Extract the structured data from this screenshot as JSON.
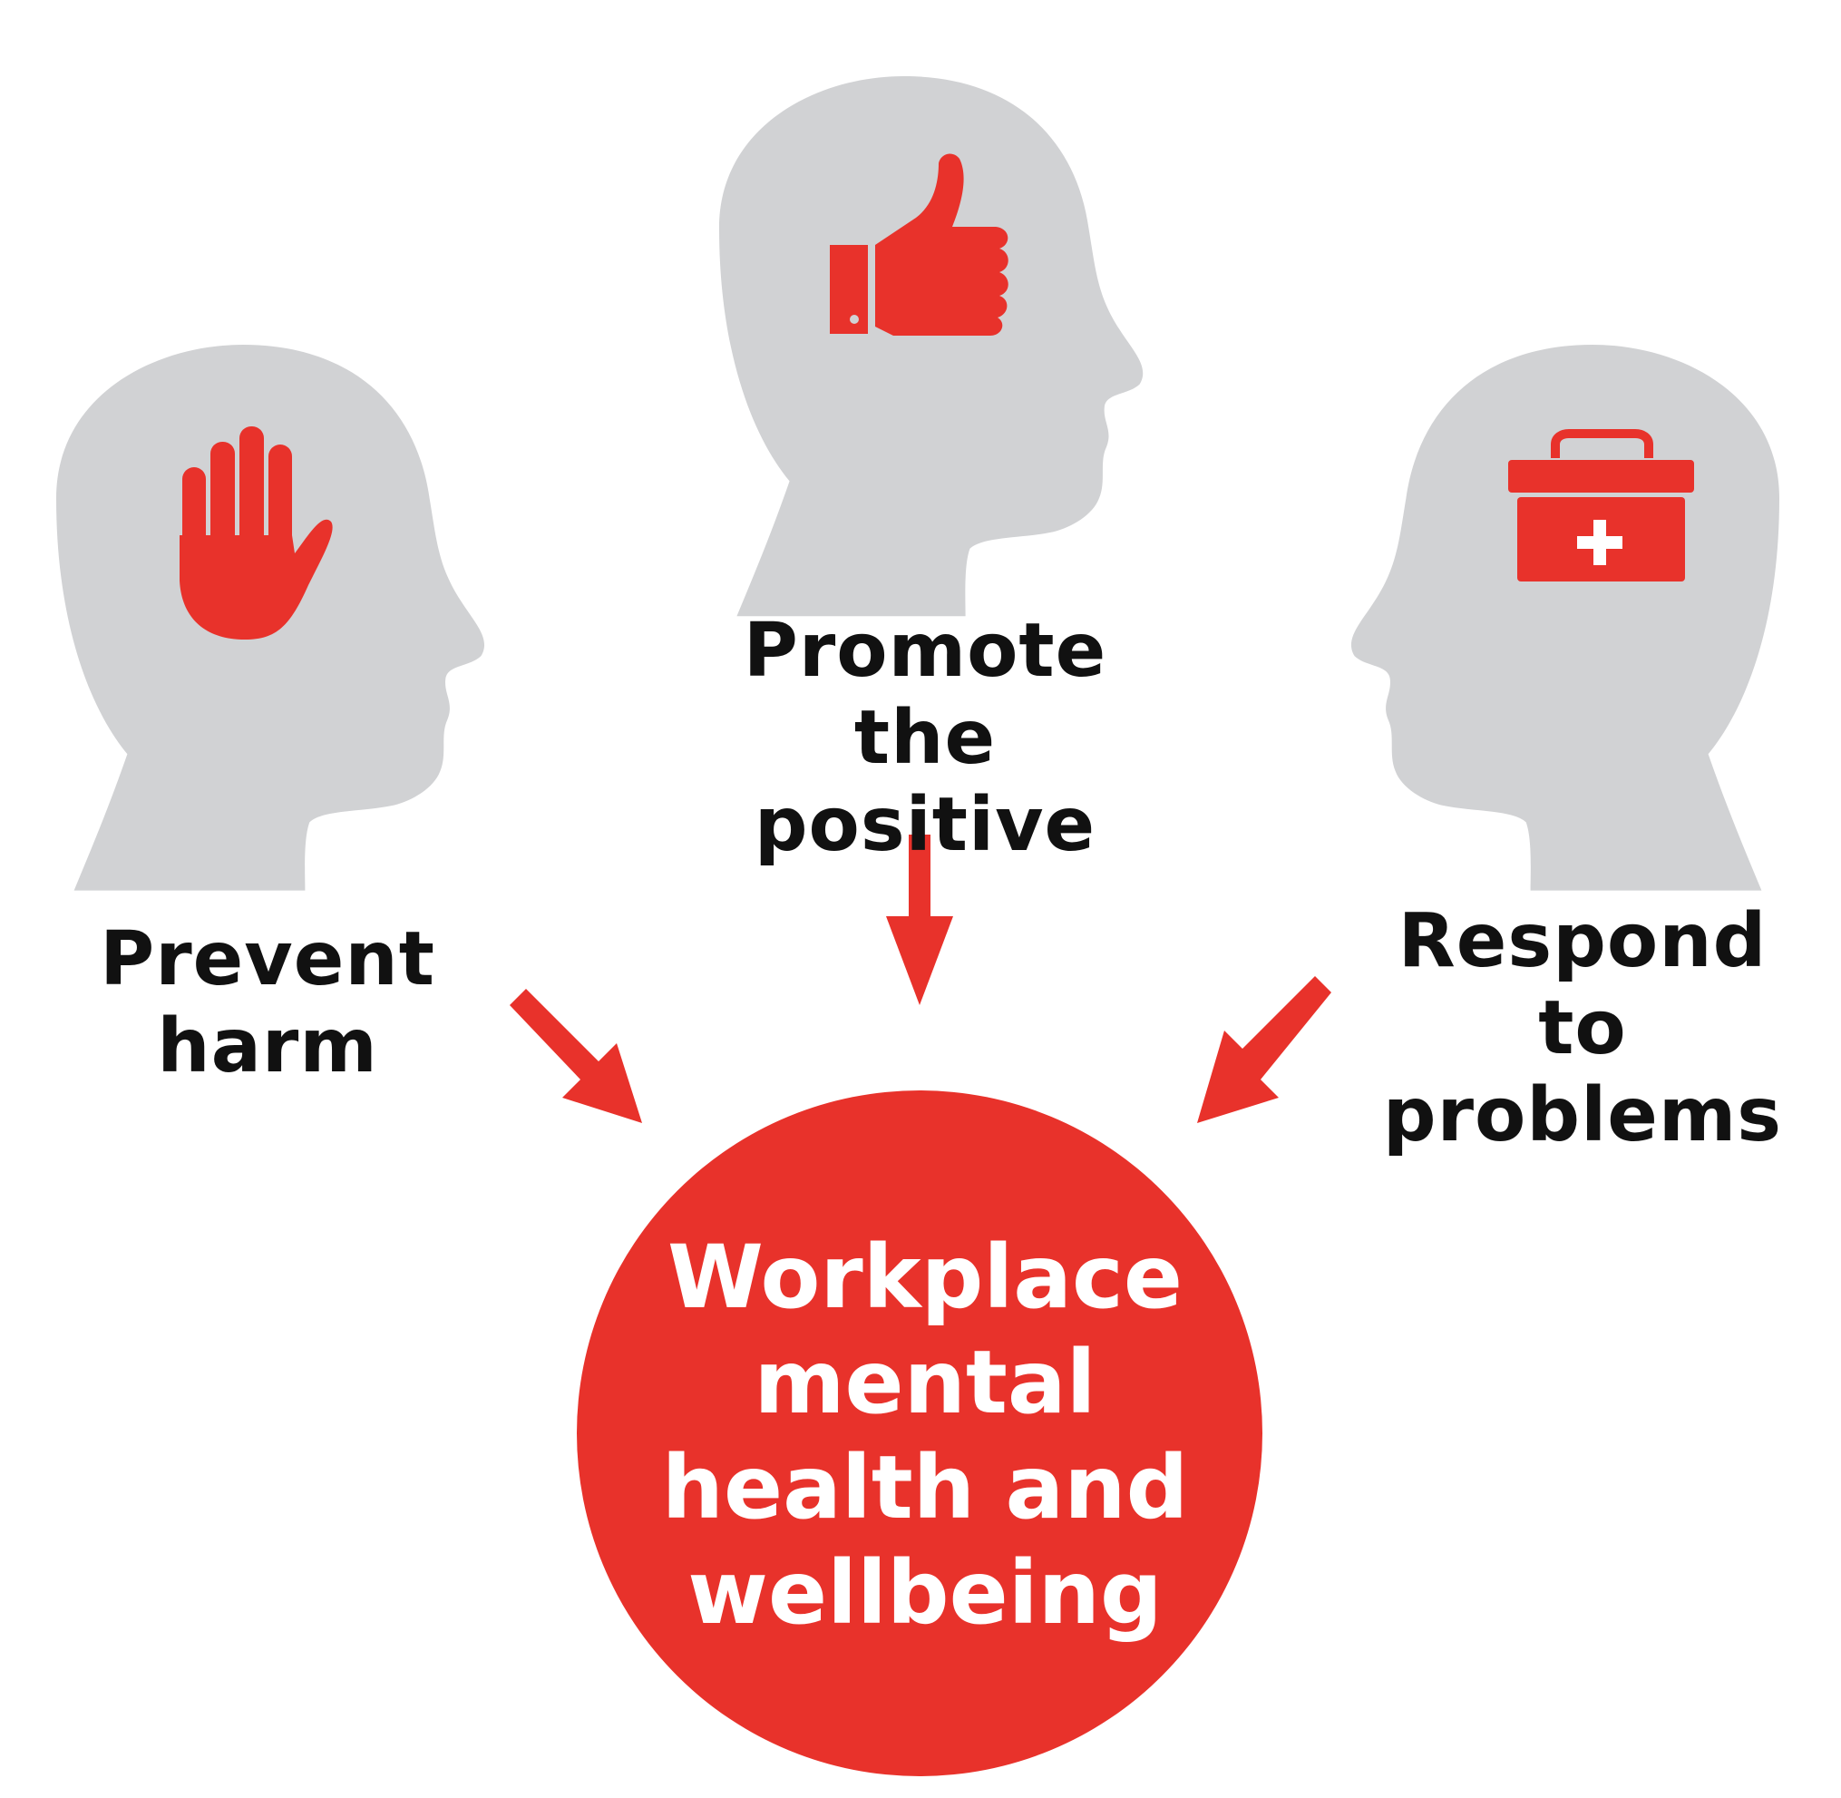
{
  "colors": {
    "accent": "#e8322b",
    "head_gray": "#d1d2d4",
    "text": "#111111",
    "center_text": "#ffffff"
  },
  "heads": [
    {
      "icon": "stop-hand-icon",
      "label_lines": [
        "Prevent",
        "harm"
      ]
    },
    {
      "icon": "thumbs-up-icon",
      "label_lines": [
        "Promote",
        "the positive"
      ]
    },
    {
      "icon": "first-aid-kit-icon",
      "label_lines": [
        "Respond to",
        "problems"
      ]
    }
  ],
  "center": {
    "lines": [
      "Workplace",
      "mental",
      "health and",
      "wellbeing"
    ]
  }
}
